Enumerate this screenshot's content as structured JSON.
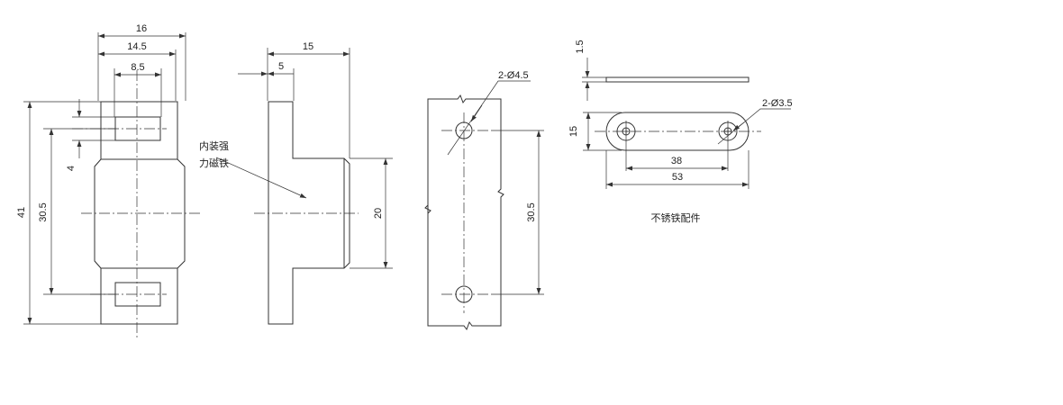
{
  "colors": {
    "line": "#333333",
    "text": "#222222",
    "background": "#ffffff"
  },
  "view1": {
    "dim_width_16": "16",
    "dim_width_14_5": "14.5",
    "dim_width_8_5": "8.5",
    "dim_slot_4": "4",
    "dim_height_41": "41",
    "dim_height_30_5": "30.5"
  },
  "view2": {
    "dim_depth_15": "15",
    "dim_depth_5": "5",
    "dim_height_20": "20",
    "callout_line1": "内装强",
    "callout_line2": "力磁铁"
  },
  "view3": {
    "hole_callout": "2-Ø4.5",
    "dim_pitch_30_5": "30.5"
  },
  "view4": {
    "dim_thickness_1_5": "1.5",
    "dim_width_15": "15",
    "hole_callout": "2-Ø3.5",
    "dim_pitch_38": "38",
    "dim_length_53": "53",
    "caption": "不锈铁配件"
  }
}
